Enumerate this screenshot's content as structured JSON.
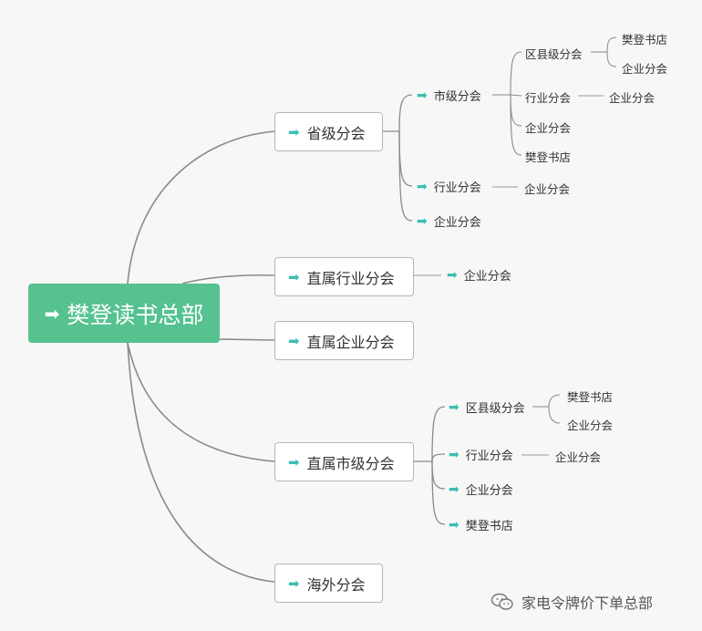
{
  "root": {
    "label": "樊登读书总部"
  },
  "branches": {
    "provincial": {
      "label": "省级分会",
      "city": {
        "label": "市级分会",
        "county": {
          "label": "区县级分会",
          "children": [
            "樊登书店",
            "企业分会"
          ]
        },
        "industry": {
          "label": "行业分会",
          "child": "企业分会"
        },
        "enterprise": "企业分会",
        "store": "樊登书店"
      },
      "industry": {
        "label": "行业分会",
        "child": "企业分会"
      },
      "enterprise": "企业分会"
    },
    "direct_industry": {
      "label": "直属行业分会",
      "child": "企业分会"
    },
    "direct_enterprise": {
      "label": "直属企业分会"
    },
    "direct_city": {
      "label": "直属市级分会",
      "county": {
        "label": "区县级分会",
        "children": [
          "樊登书店",
          "企业分会"
        ]
      },
      "industry": {
        "label": "行业分会",
        "child": "企业分会"
      },
      "enterprise": "企业分会",
      "store": "樊登书店"
    },
    "overseas": {
      "label": "海外分会"
    }
  },
  "icons": {
    "bullet": "arrow-right-icon",
    "watermark": "wechat-icon"
  },
  "watermark": {
    "text": "家电令牌价下单总部"
  },
  "colors": {
    "root_fill": "#55c28f",
    "arrow": "#3bbfb1",
    "line": "#8a8a8a",
    "leaf_line": "#9a9a9a"
  }
}
